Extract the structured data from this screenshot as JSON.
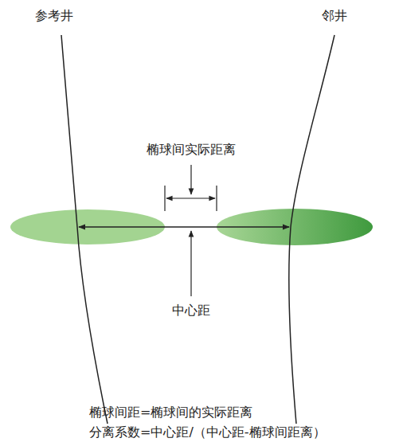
{
  "diagram": {
    "labels": [
      "参考井",
      "邻井",
      "椭球间实际距离",
      "中心距",
      "椭球间距=椭球间的实际距离",
      "分离系数=中心距/（中心距-椭球间距离）"
    ]
  }
}
